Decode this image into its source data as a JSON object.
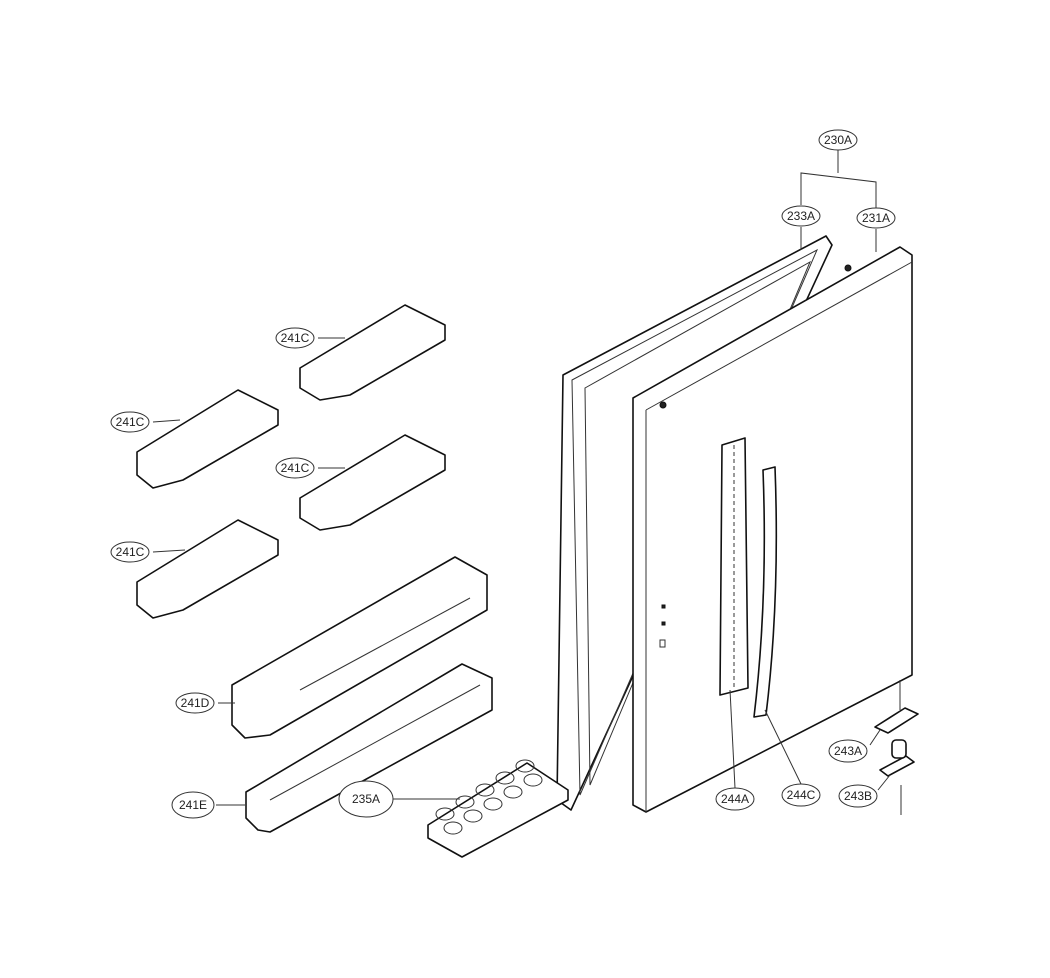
{
  "diagram": {
    "labels": {
      "door_assembly": "230A",
      "gasket": "233A",
      "door_foam": "231A",
      "basket_c1": "241C",
      "basket_c2": "241C",
      "basket_c3": "241C",
      "basket_c4": "241C",
      "basket_d": "241D",
      "basket_e": "241E",
      "egg_tray": "235A",
      "handle_a": "244A",
      "handle_c": "244C",
      "hinge_a": "243A",
      "hinge_b": "243B"
    },
    "highlight_color": "#d0202a"
  }
}
